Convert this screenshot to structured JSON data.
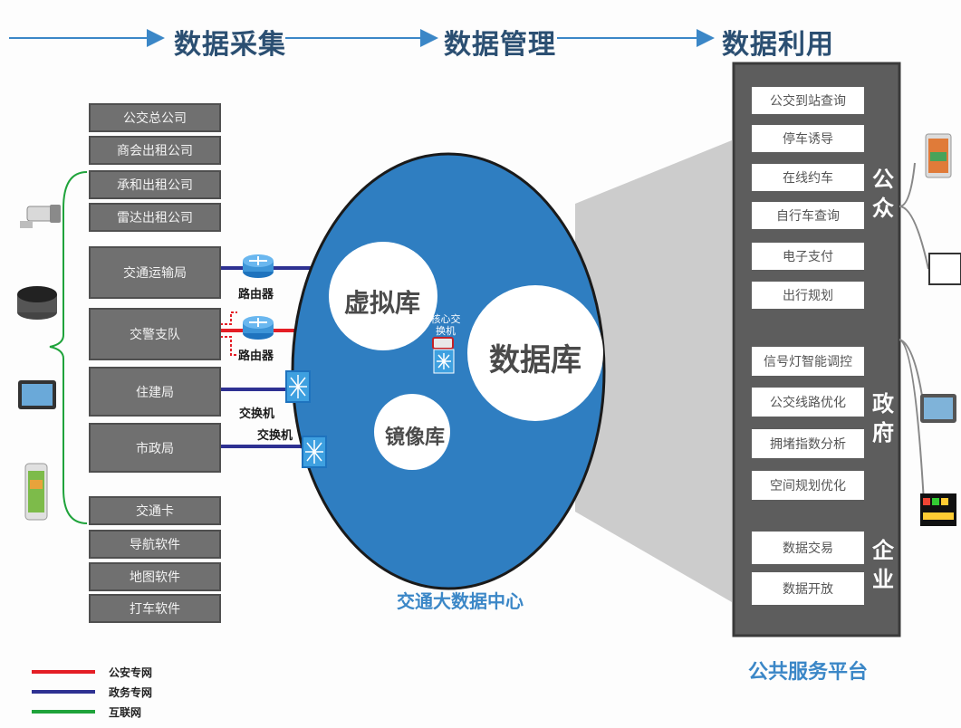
{
  "phases": [
    "数据采集",
    "数据管理",
    "数据利用"
  ],
  "sources": {
    "top": [
      "公交总公司",
      "商会出租公司",
      "承和出租公司",
      "雷达出租公司"
    ],
    "middle": [
      "交通运输局",
      "交警支队",
      "住建局",
      "市政局"
    ],
    "bottom": [
      "交通卡",
      "导航软件",
      "地图软件",
      "打车软件"
    ]
  },
  "devices": {
    "router": "路由器",
    "switch": "交换机",
    "core_switch": "核心交换机"
  },
  "data_center": {
    "virtual_db": "虚拟库",
    "mirror_db": "镜像库",
    "main_db": "数据库",
    "caption": "交通大数据中心"
  },
  "platform": {
    "caption": "公共服务平台",
    "groups": [
      {
        "label": "公众",
        "items": [
          "公交到站查询",
          "停车诱导",
          "在线约车",
          "自行车查询",
          "电子支付",
          "出行规划"
        ]
      },
      {
        "label": "政府",
        "items": [
          "信号灯智能调控",
          "公交线路优化",
          "拥堵指数分析",
          "空间规划优化"
        ]
      },
      {
        "label": "企业",
        "items": [
          "数据交易",
          "数据开放"
        ]
      }
    ]
  },
  "legend": [
    {
      "label": "公安专网",
      "color": "#e41e26"
    },
    {
      "label": "政务专网",
      "color": "#2e3192"
    },
    {
      "label": "互联网",
      "color": "#1fa33b"
    }
  ],
  "colors": {
    "arrow": "#3b87c7",
    "bubble": "#2f7ec1",
    "source_box": "#707070",
    "platform_bg": "#5d5d5d",
    "funnel": "#c7c7c7"
  },
  "icons": [
    "camera-icon",
    "geomagnetic-sensor-icon",
    "vehicle-terminal-icon",
    "smartphone-icon",
    "tablet-icon",
    "monitor-icon",
    "dashboard-icon",
    "traffic-sign-icon"
  ]
}
